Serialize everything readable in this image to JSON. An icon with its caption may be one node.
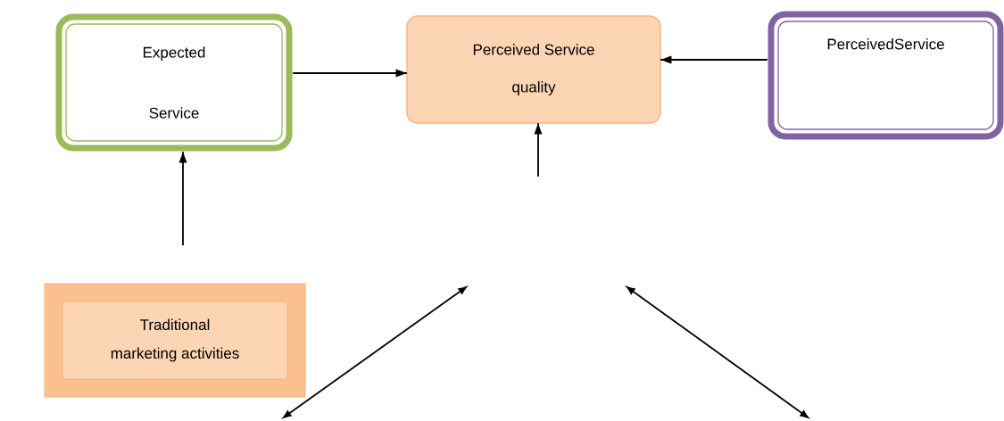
{
  "diagram": {
    "nodes": [
      {
        "text": [
          "Expected Service"
        ]
      },
      {
        "text": [
          "Perceived Service quality"
        ]
      },
      {
        "text": [
          "PerceivedService"
        ]
      },
      {
        "text": [
          "Traditional marketing activities"
        ]
      }
    ],
    "edges": [
      {
        "from": 0,
        "to": 1,
        "arrow": "to"
      },
      {
        "from": 2,
        "to": 1,
        "arrow": "to"
      },
      {
        "from": null,
        "to": 1,
        "arrow": "to"
      },
      {
        "from": null,
        "to": 0,
        "arrow": "to"
      }
    ]
  }
}
